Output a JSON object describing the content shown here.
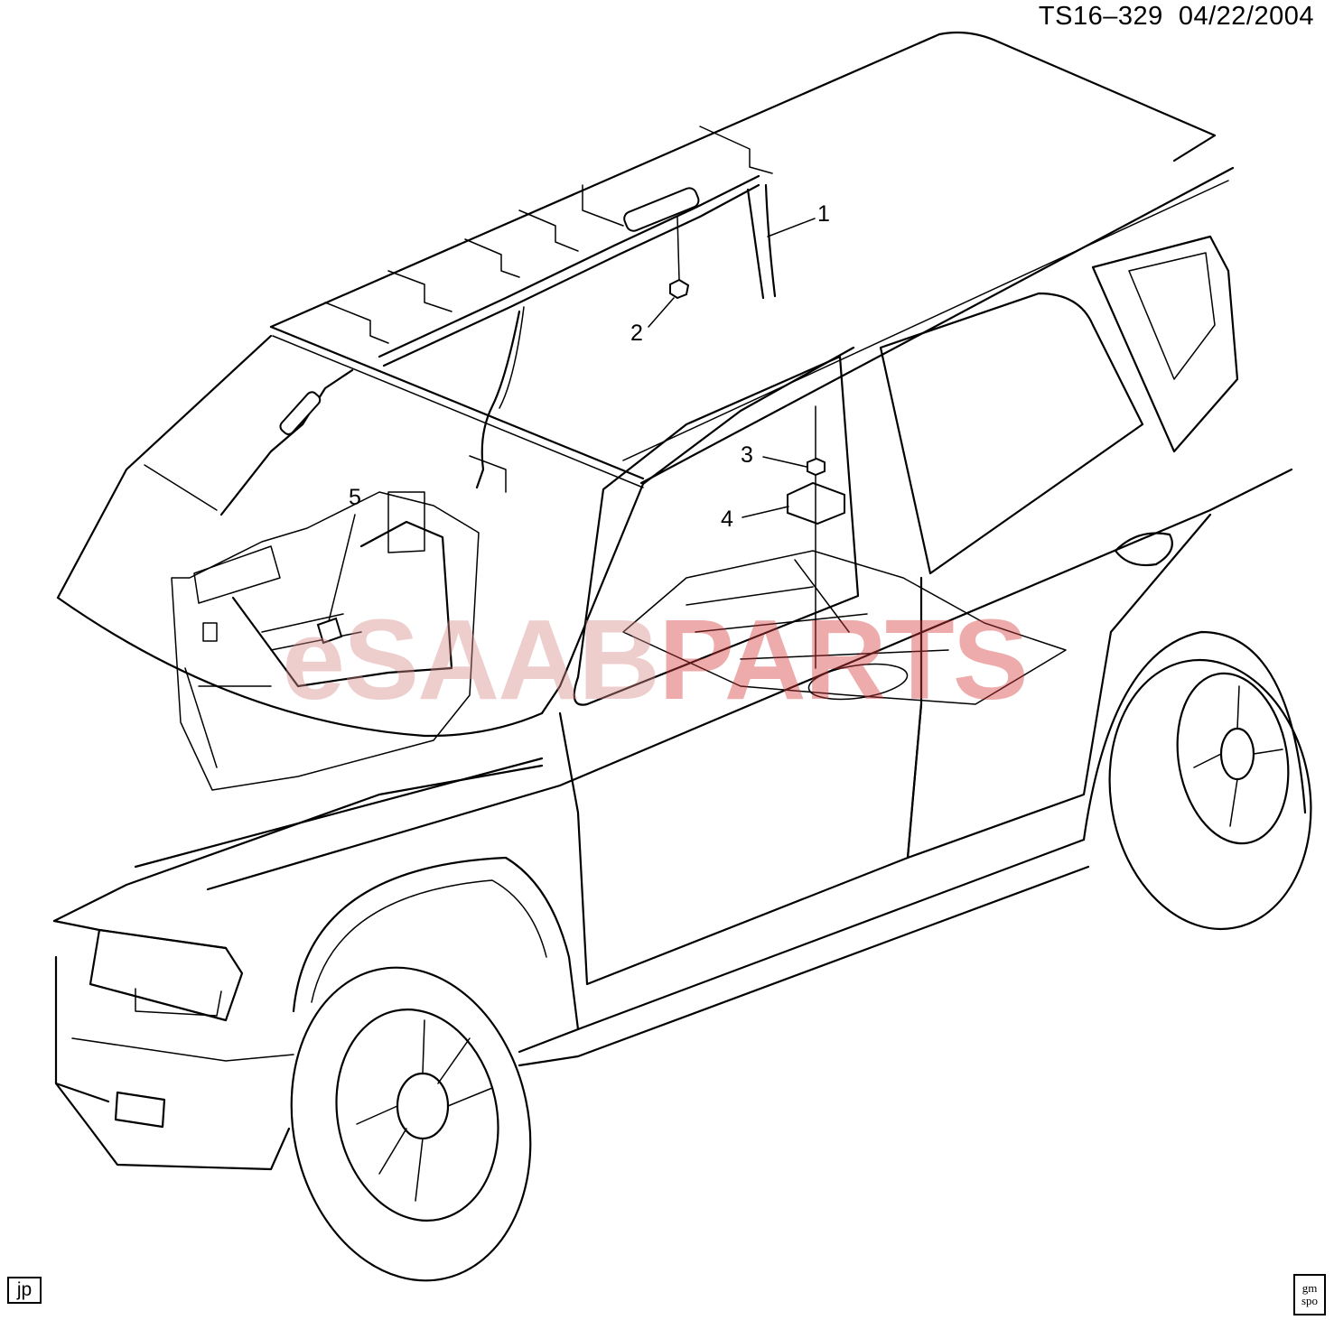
{
  "header": {
    "diagram_id": "TS16–329",
    "date": "04/22/2004"
  },
  "callouts": [
    {
      "label": "1"
    },
    {
      "label": "2"
    },
    {
      "label": "3"
    },
    {
      "label": "4"
    },
    {
      "label": "5"
    }
  ],
  "watermark": {
    "part_a": "eSAAB",
    "part_b": "PARTS",
    "color_a": "#d98a8a",
    "color_b": "#d83a3a"
  },
  "footer": {
    "initials": "jp",
    "logo_top": "gm",
    "logo_bottom": "spo"
  },
  "icons": {
    "logo": "gm-spo-logo-icon"
  }
}
